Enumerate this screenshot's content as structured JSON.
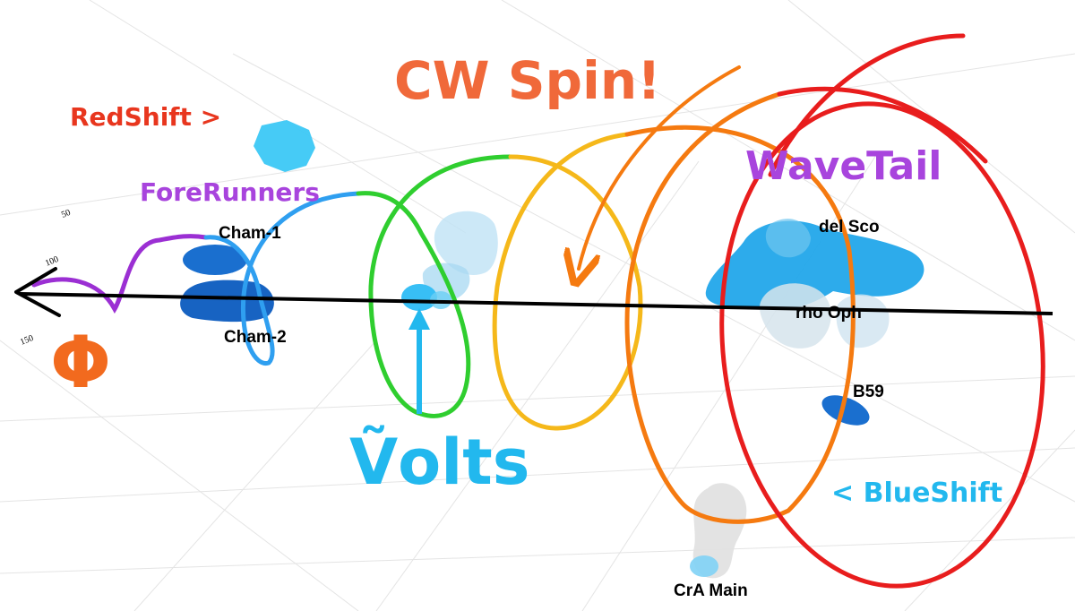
{
  "title": "CW Spin!",
  "labels": {
    "redshift": "RedShift >",
    "forerunners": "ForeRunners",
    "wavetail": "WaveTail",
    "blueshift": "< BlueShift",
    "volts": "Ṽolts",
    "phi": "Φ"
  },
  "clouds": {
    "cham1": "Cham-1",
    "cham2": "Cham-2",
    "delsco": "del Sco",
    "rhooph": "rho Oph",
    "b59": "B59",
    "cra": "CrA Main"
  },
  "scale_ticks": [
    "50",
    "100",
    "150"
  ],
  "colors": {
    "redshift": "#e8361e",
    "title": "#f0693a",
    "forerunners": "#a844dd",
    "wavetail": "#a844dd",
    "blueshift": "#22b8ee",
    "volts": "#22b8ee",
    "phi": "#f26a1e",
    "helix_purple": "#9b2fd3",
    "helix_blue": "#2f9ff0",
    "helix_green": "#2fce2f",
    "helix_yellow": "#f5b81a",
    "helix_orange": "#f57a10",
    "helix_red": "#e81d1d",
    "axis": "#000000"
  }
}
